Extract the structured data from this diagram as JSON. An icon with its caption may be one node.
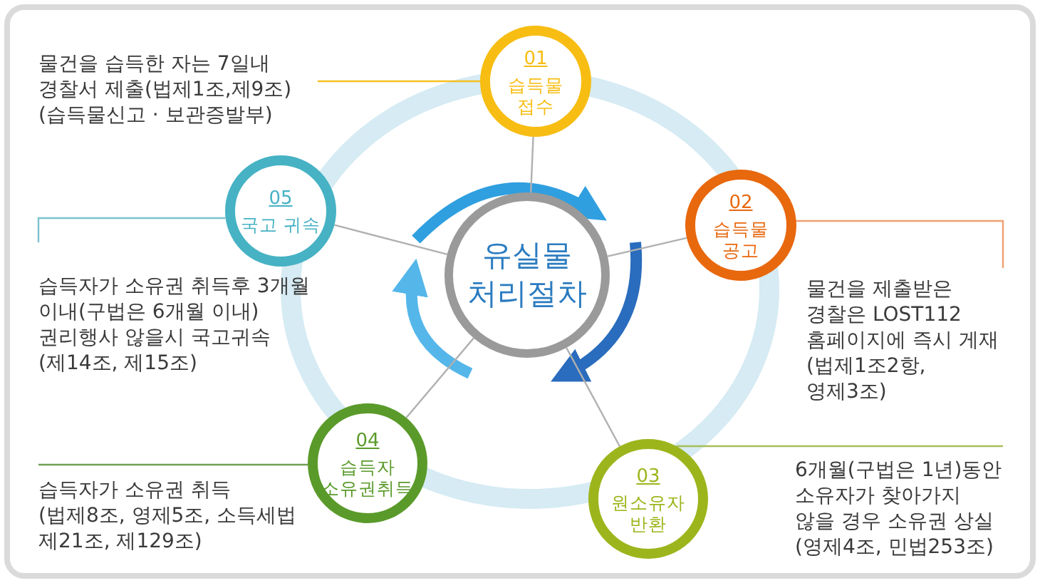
{
  "diagram": {
    "nodes": [
      {
        "text": [
          "유실물 처리절차"
        ]
      },
      {
        "text": [
          "01",
          "습득물 접수"
        ]
      },
      {
        "text": [
          "02",
          "습득물 공고"
        ]
      },
      {
        "text": [
          "03",
          "원소유자 반환"
        ]
      },
      {
        "text": [
          "04",
          "습득자 소유권취득"
        ]
      },
      {
        "text": [
          "05",
          "국고 귀속"
        ]
      },
      {
        "text": [
          "물건을 습득한 자는 7일내 경찰서 제출(법제1조,제9조) (습득물신고 · 보관증발부)"
        ]
      },
      {
        "text": [
          "물건을 제출받은 경찰은 LOST112 홈페이지에 즉시 게재 (법제1조2항, 영제3조)"
        ]
      },
      {
        "text": [
          "6개월(구법은 1년)동안 소유자가 찾아가지 않을 경우 소유권 상실 (영제4조, 민법253조)"
        ]
      },
      {
        "text": [
          "습득자가 소유권 취득 (법제8조, 영제5조, 소득세법 제21조, 제129조)"
        ]
      },
      {
        "text": [
          "습득자가 소유권 취득후 3개월 이내(구법은 6개월 이내) 권리행사 않을시 국고귀속 (제14조, 제15조)"
        ]
      }
    ],
    "edges": [
      {
        "from": 0,
        "to": 1,
        "arrow": "none"
      },
      {
        "from": 0,
        "to": 2,
        "arrow": "none"
      },
      {
        "from": 0,
        "to": 3,
        "arrow": "none"
      },
      {
        "from": 0,
        "to": 4,
        "arrow": "none"
      },
      {
        "from": 0,
        "to": 5,
        "arrow": "none"
      },
      {
        "from": 1,
        "to": 6,
        "arrow": "none",
        "color": "#f5c021"
      },
      {
        "from": 2,
        "to": 7,
        "arrow": "none",
        "color": "#f0a070"
      },
      {
        "from": 3,
        "to": 8,
        "arrow": "none",
        "color": "#a8bf5a"
      },
      {
        "from": 4,
        "to": 9,
        "arrow": "none",
        "color": "#6f9f55"
      },
      {
        "from": 5,
        "to": 10,
        "arrow": "none",
        "color": "#7cc3d0"
      }
    ]
  }
}
